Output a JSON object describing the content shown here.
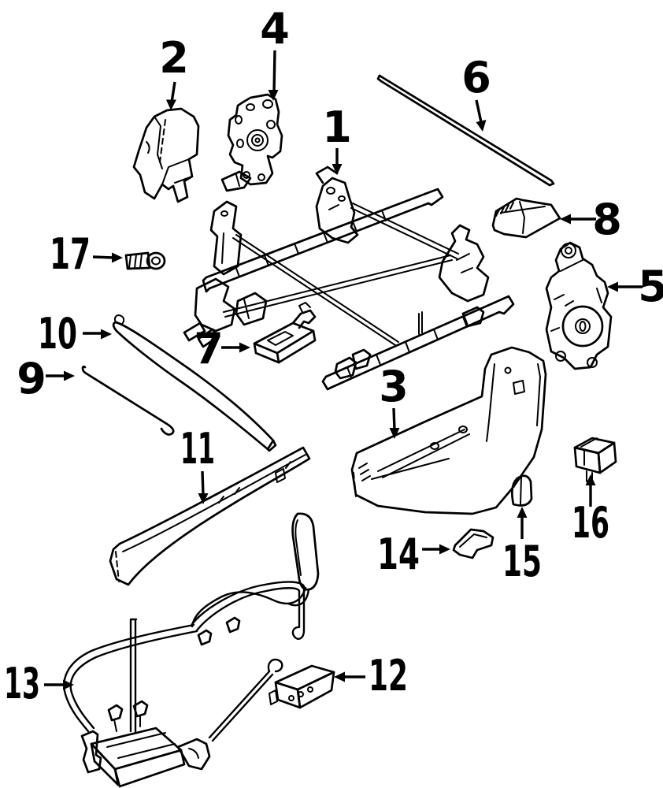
{
  "diagram": {
    "kind": "exploded-parts-diagram",
    "background_color": "#ffffff",
    "line_color": "#000000",
    "callouts": [
      {
        "num": "1",
        "arrow_dir": "down"
      },
      {
        "num": "2",
        "arrow_dir": "down"
      },
      {
        "num": "3",
        "arrow_dir": "down"
      },
      {
        "num": "4",
        "arrow_dir": "down"
      },
      {
        "num": "5",
        "arrow_dir": "left"
      },
      {
        "num": "6",
        "arrow_dir": "down"
      },
      {
        "num": "7",
        "arrow_dir": "right"
      },
      {
        "num": "8",
        "arrow_dir": "left"
      },
      {
        "num": "9",
        "arrow_dir": "right"
      },
      {
        "num": "10",
        "arrow_dir": "right"
      },
      {
        "num": "11",
        "arrow_dir": "down"
      },
      {
        "num": "12",
        "arrow_dir": "left"
      },
      {
        "num": "13",
        "arrow_dir": "right"
      },
      {
        "num": "14",
        "arrow_dir": "right"
      },
      {
        "num": "15",
        "arrow_dir": "up"
      },
      {
        "num": "16",
        "arrow_dir": "up"
      },
      {
        "num": "17",
        "arrow_dir": "right"
      }
    ]
  }
}
